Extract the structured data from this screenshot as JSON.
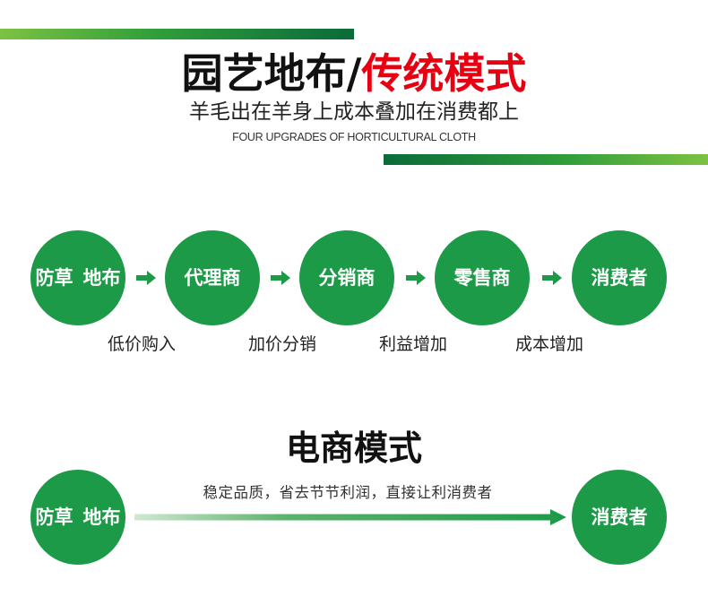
{
  "header": {
    "title_black": "园艺地布",
    "title_slash": "/",
    "title_red": "传统模式",
    "subtitle": "羊毛出在羊身上成本叠加在消费都上",
    "subtitle_en": "FOUR UPGRADES OF HORTICULTURAL CLOTH"
  },
  "traditional": {
    "steps": [
      {
        "line1": "防草",
        "line2": "地布"
      },
      {
        "line1": "代理商",
        "line2": ""
      },
      {
        "line1": "分销商",
        "line2": ""
      },
      {
        "line1": "零售商",
        "line2": ""
      },
      {
        "line1": "消费者",
        "line2": ""
      }
    ],
    "labels": [
      "低价购入",
      "加价分销",
      "利益增加",
      "成本增加"
    ]
  },
  "ecommerce": {
    "title": "电商模式",
    "description": "稳定品质，省去节节利润，直接让利消费者",
    "source": {
      "line1": "防草",
      "line2": "地布"
    },
    "target": {
      "line1": "消费者",
      "line2": ""
    }
  },
  "colors": {
    "circle_green": "#1c9a48",
    "title_red": "#e60012",
    "bar_dark": "#0b6b3a",
    "bar_light": "#7dc242"
  }
}
